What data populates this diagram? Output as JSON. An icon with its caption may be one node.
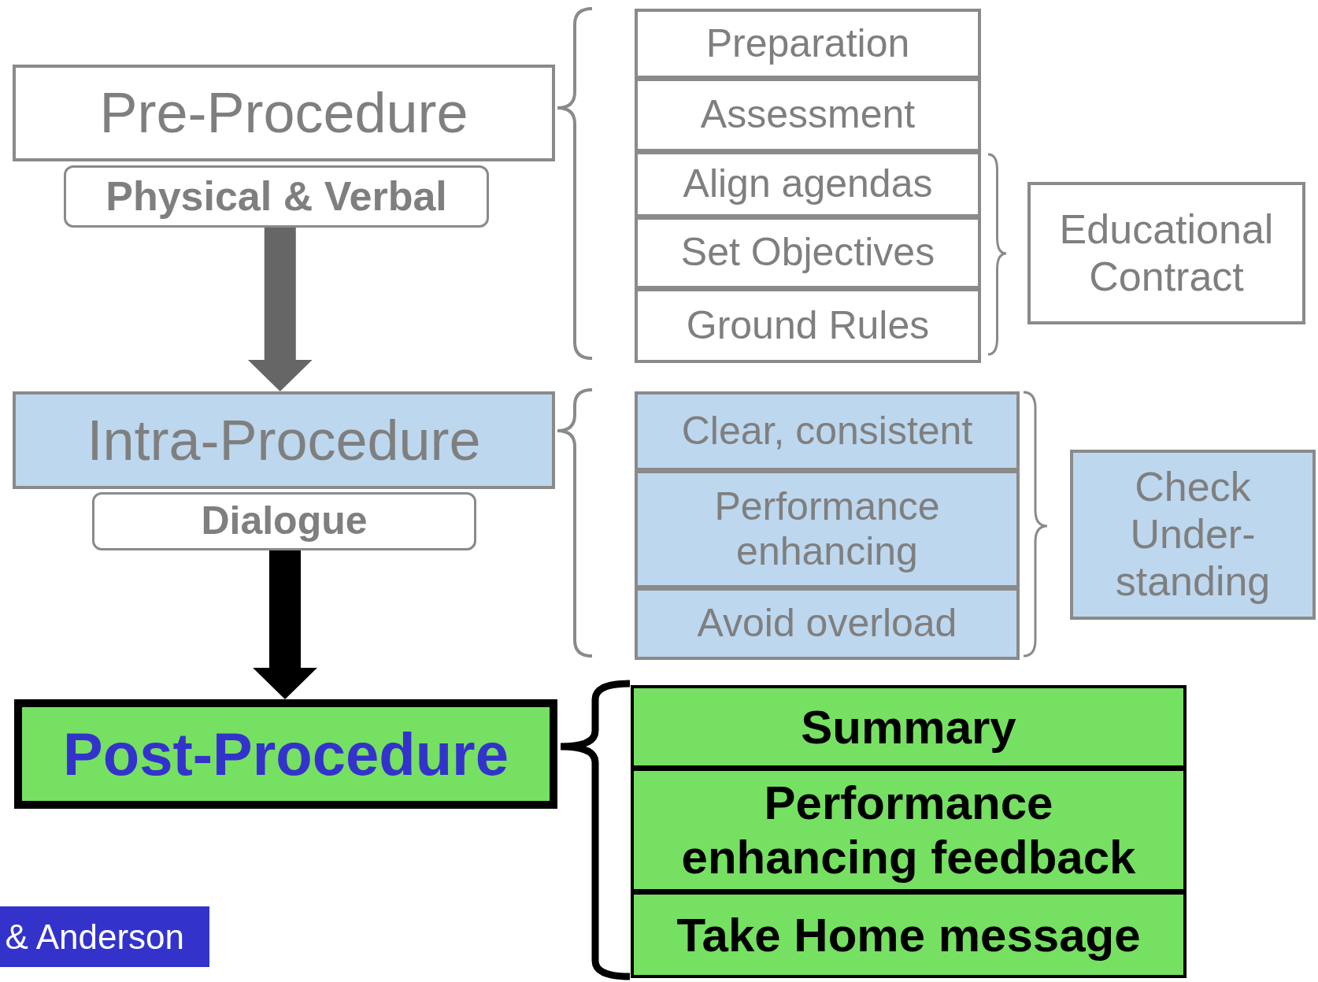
{
  "diagram": {
    "nodes": [
      {
        "text": [
          "Pre-Procedure"
        ]
      },
      {
        "text": [
          "Physical & Verbal"
        ]
      },
      {
        "text": [
          "Intra-Procedure"
        ]
      },
      {
        "text": [
          "Dialogue"
        ]
      },
      {
        "text": [
          "Post-Procedure"
        ]
      },
      {
        "text": [
          "Preparation"
        ]
      },
      {
        "text": [
          "Assessment"
        ]
      },
      {
        "text": [
          "Align agendas"
        ]
      },
      {
        "text": [
          "Set Objectives"
        ]
      },
      {
        "text": [
          "Ground Rules"
        ]
      },
      {
        "text": [
          "Educational Contract"
        ]
      },
      {
        "text": [
          "Clear, consistent"
        ]
      },
      {
        "text": [
          "Performance enhancing"
        ]
      },
      {
        "text": [
          "Avoid overload"
        ]
      },
      {
        "text": [
          "Check Under- standing"
        ]
      },
      {
        "text": [
          "Summary"
        ]
      },
      {
        "text": [
          "Performance enhancing feedback"
        ]
      },
      {
        "text": [
          "Take Home message"
        ]
      }
    ],
    "edges": [
      {
        "from": 1,
        "to": 2,
        "arrow": "to",
        "color": "#666666"
      },
      {
        "from": 3,
        "to": 4,
        "arrow": "to",
        "color": "#000000"
      }
    ],
    "labels": [
      "& Anderson"
    ]
  }
}
